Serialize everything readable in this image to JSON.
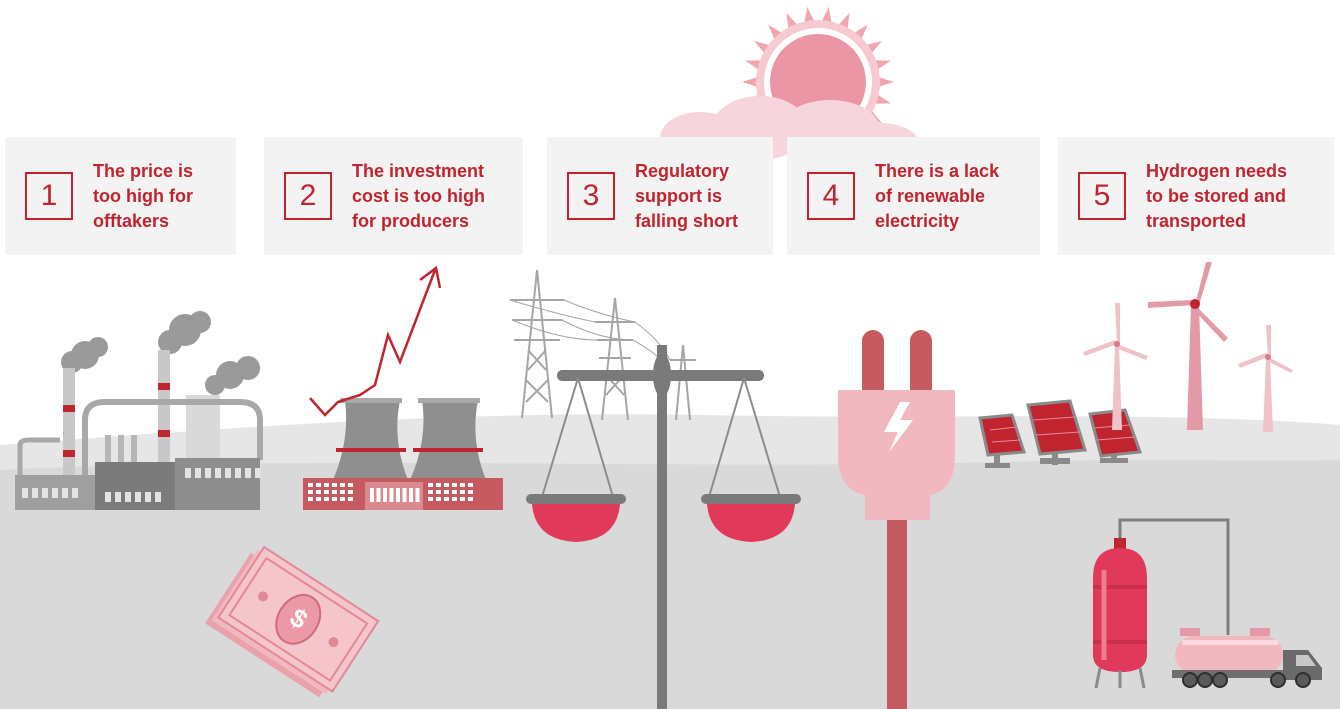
{
  "barriers": [
    {
      "number": "1",
      "text": "The price is too high for offtakers"
    },
    {
      "number": "2",
      "text": "The investment cost is too high for producers"
    },
    {
      "number": "3",
      "text": "Regulatory support is falling short"
    },
    {
      "number": "4",
      "text": "There is a lack of renewable electricity"
    },
    {
      "number": "5",
      "text": "Hydrogen needs to be stored and transported"
    }
  ],
  "colors": {
    "accent": "#c0252f",
    "card_bg": "#f3f3f3",
    "ground": "#dadada",
    "pink": "#f2b8c0",
    "raspberry": "#e0395a",
    "sun": "#eb96a4"
  },
  "icons": [
    "sun-icon",
    "cloud-icon",
    "factory-icon",
    "cooling-tower-icon",
    "rising-arrow-icon",
    "money-icon",
    "pylon-icon",
    "scale-icon",
    "plug-icon",
    "solar-panel-icon",
    "wind-turbine-icon",
    "hydrogen-tank-icon",
    "tanker-truck-icon"
  ]
}
